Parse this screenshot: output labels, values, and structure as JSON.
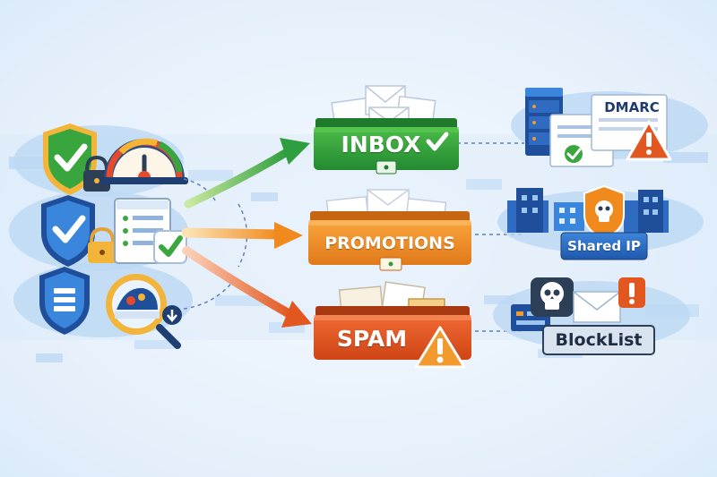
{
  "folders": {
    "inbox": {
      "label": "INBOX",
      "color": "#2f9e3e"
    },
    "promotions": {
      "label": "PROMOTIONS",
      "color": "#f08a1c"
    },
    "spam": {
      "label": "SPAM",
      "color": "#e2571f"
    }
  },
  "right_panels": {
    "dmarc": {
      "label": "DMARC"
    },
    "shared_ip": {
      "label": "Shared IP"
    },
    "blocklist": {
      "label": "BlockList"
    }
  },
  "icons": {
    "left": [
      "shield-check-icon",
      "padlock-icon",
      "speedometer-icon",
      "checklist-icon",
      "shield-list-icon",
      "magnifier-icon"
    ],
    "right": [
      "server-rack-icon",
      "document-icon",
      "warning-icon",
      "building-icon",
      "skull-shield-icon",
      "skull-icon",
      "email-icon"
    ]
  },
  "colors": {
    "green": "#3aa63f",
    "orange": "#f29a2e",
    "red": "#e35d2a",
    "blue": "#2b6cc4",
    "navy": "#1f4f9a"
  }
}
